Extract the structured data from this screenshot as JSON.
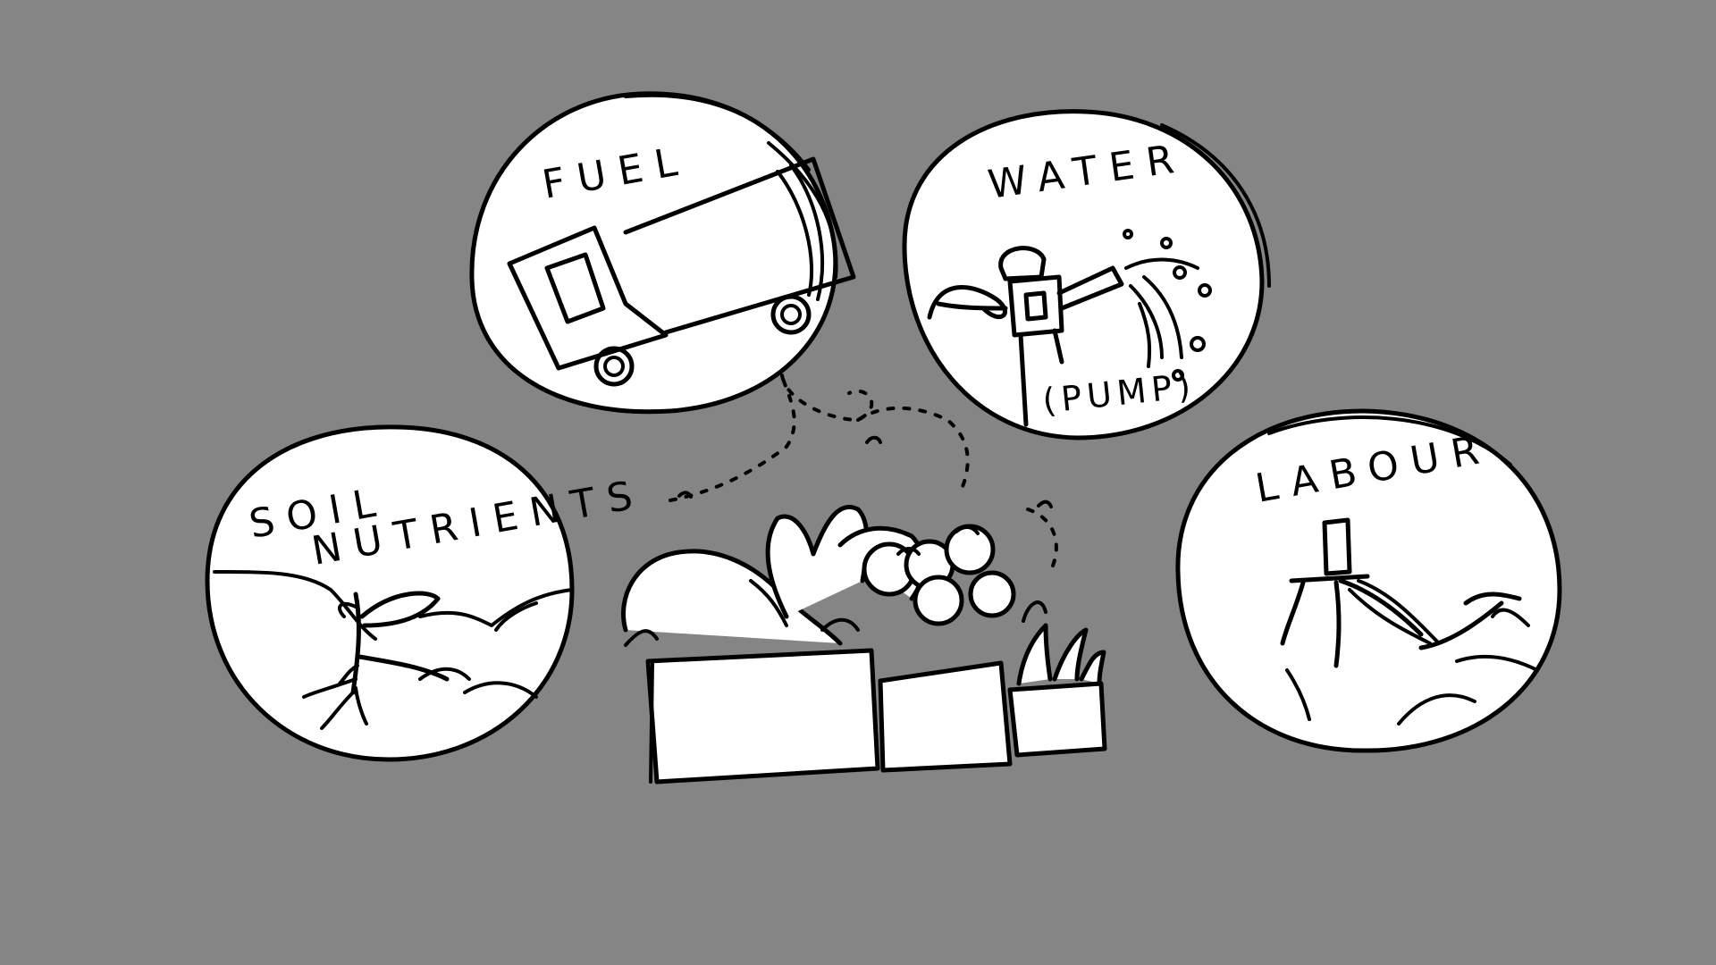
{
  "colors": {
    "background": "#858585",
    "circle_fill": "#ffffff",
    "ink": "#000000"
  },
  "labels": {
    "fuel": "FUEL",
    "water": "WATER",
    "pump": "(PUMP)",
    "soil_line1": "SOIL",
    "soil_line2": "NUTRIENTS",
    "labour": "LABOUR"
  },
  "icons": {
    "fuel": "truck-icon",
    "water": "pump-icon",
    "soil": "seedling-icon",
    "labour": "farmer-icon",
    "center": "vegetable-crates-icon"
  }
}
